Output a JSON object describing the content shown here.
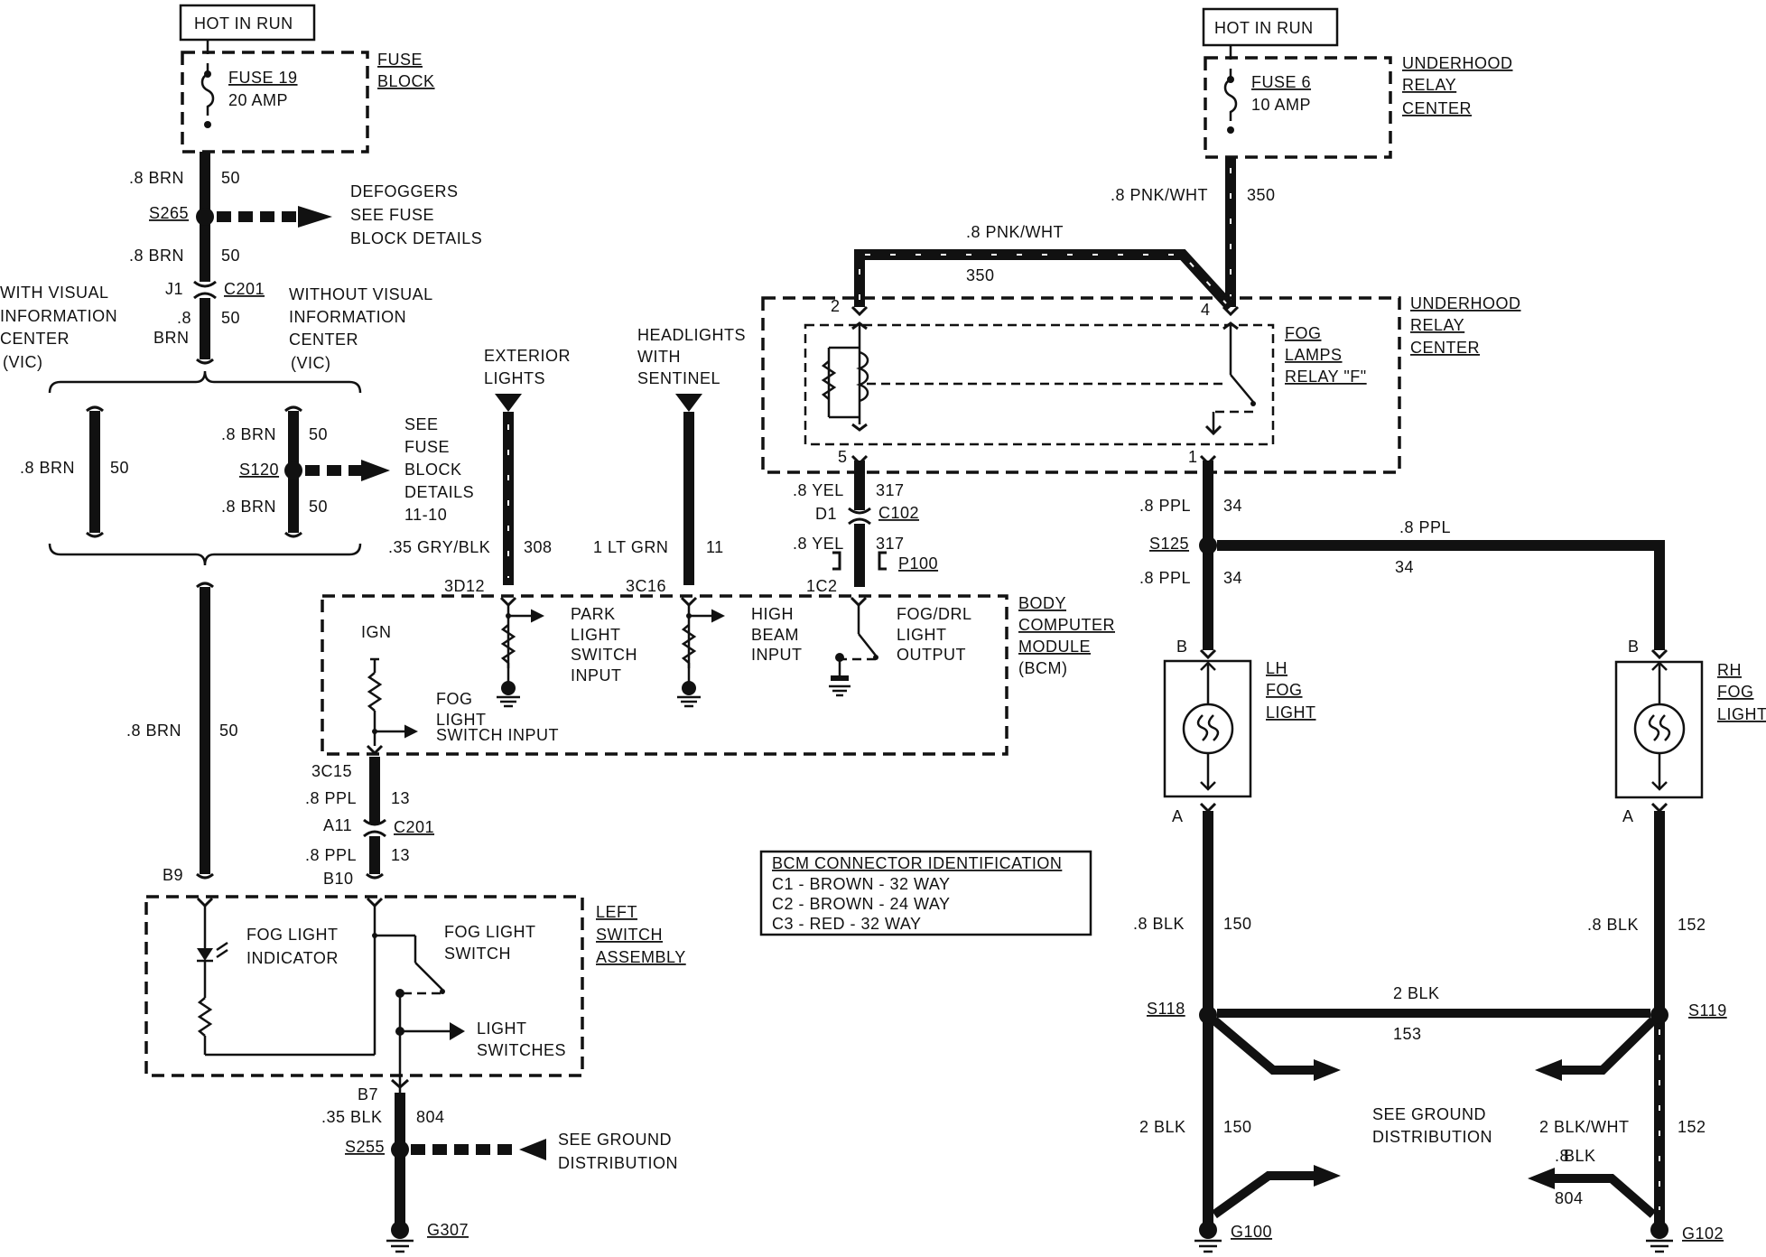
{
  "diagram": {
    "hot_in_run_left": "HOT IN RUN",
    "hot_in_run_right": "HOT IN RUN",
    "fuse19": "FUSE 19",
    "fuse19_amp": "20 AMP",
    "fuse_block_1": "FUSE",
    "fuse_block_2": "BLOCK",
    "fuse6": "FUSE 6",
    "fuse6_amp": "10 AMP",
    "underhood_top_1": "UNDERHOOD",
    "underhood_top_2": "RELAY",
    "underhood_top_3": "CENTER",
    "wire_8brn": ".8 BRN",
    "c50": "50",
    "s265": "S265",
    "defoggers_1": "DEFOGGERS",
    "defoggers_2": "SEE FUSE",
    "defoggers_3": "BLOCK DETAILS",
    "j1": "J1",
    "c201": "C201",
    "wire_8": ".8",
    "brn": "BRN",
    "with_vic_1": "WITH VISUAL",
    "with_vic_2": "INFORMATION",
    "with_vic_3": "CENTER",
    "with_vic_4": "(VIC)",
    "without_vic_1": "WITHOUT  VISUAL",
    "without_vic_2": "INFORMATION",
    "without_vic_3": "CENTER",
    "without_vic_4": "(VIC)",
    "s120": "S120",
    "see_fuse_1": "SEE",
    "see_fuse_2": "FUSE",
    "see_fuse_3": "BLOCK",
    "see_fuse_4": "DETAILS",
    "see_fuse_5": "11-10",
    "exterior_1": "EXTERIOR",
    "exterior_2": "LIGHTS",
    "headlights_1": "HEADLIGHTS",
    "headlights_2": "WITH",
    "headlights_3": "SENTINEL",
    "wire_gryblk": ".35 GRY/BLK",
    "c308": "308",
    "wire_ltgrn": "1 LT GRN",
    "c11": "11",
    "pin_3d12": "3D12",
    "pin_3c16": "3C16",
    "pin_1c2": "1C2",
    "wire_pnkwht": ".8 PNK/WHT",
    "c350": "350",
    "pin2": "2",
    "pin4": "4",
    "pin5": "5",
    "pin1": "1",
    "fog_relay_1": "FOG",
    "fog_relay_2": "LAMPS",
    "fog_relay_3": "RELAY  \"F\"",
    "underhood_mid_1": "UNDERHOOD",
    "underhood_mid_2": "RELAY",
    "underhood_mid_3": "CENTER",
    "wire_8yel": ".8 YEL",
    "c317": "317",
    "d1": "D1",
    "c102": "C102",
    "p100": "P100",
    "park_1": "PARK",
    "park_2": "LIGHT",
    "park_3": "SWITCH",
    "park_4": "INPUT",
    "hb_1": "HIGH",
    "hb_2": "BEAM",
    "hb_3": "INPUT",
    "fogdrl_1": "FOG/DRL",
    "fogdrl_2": "LIGHT",
    "fogdrl_3": "OUTPUT",
    "bcm_1": "BODY",
    "bcm_2": "COMPUTER",
    "bcm_3": "MODULE",
    "bcm_4": "(BCM)",
    "ign": "IGN",
    "fogsw_in_1": "FOG",
    "fogsw_in_2": "LIGHT",
    "fogsw_in_3": "SWITCH INPUT",
    "pin_3c15": "3C15",
    "wire_8ppl": ".8 PPL",
    "c13": "13",
    "a11": "A11",
    "b9": "B9",
    "b10": "B10",
    "fli_1": "FOG LIGHT",
    "fli_2": "INDICATOR",
    "fls_1": "FOG LIGHT",
    "fls_2": "SWITCH",
    "lsa_1": "LEFT",
    "lsa_2": "SWITCH",
    "lsa_3": "ASSEMBLY",
    "ls_1": "LIGHT",
    "ls_2": "SWITCHES",
    "b7": "B7",
    "wire_35blk": ".35 BLK",
    "c804": "804",
    "s255": "S255",
    "gd_1": "SEE GROUND",
    "gd_2": "DISTRIBUTION",
    "g307": "G307",
    "bcm_id_title": "BCM CONNECTOR IDENTIFICATION",
    "bcm_id_c1": "C1 - BROWN - 32 WAY",
    "bcm_id_c2": "C2 - BROWN - 24 WAY",
    "bcm_id_c3": "C3 - RED - 32 WAY",
    "c34": "34",
    "s125": "S125",
    "pin_b": "B",
    "pin_a": "A",
    "lh_1": "LH",
    "lh_2": "FOG",
    "lh_3": "LIGHT",
    "rh_1": "RH",
    "rh_2": "FOG",
    "rh_3": "LIGHT",
    "wire_8blk": ".8 BLK",
    "c150": "150",
    "c152": "152",
    "s118": "S118",
    "s119": "S119",
    "wire_2blk": "2 BLK",
    "c153": "153",
    "wire_2blkwht": "2 BLK/WHT",
    "sgd_1": "SEE GROUND",
    "sgd_2": "DISTRIBUTION",
    "g100": "G100",
    "g102": "G102"
  }
}
